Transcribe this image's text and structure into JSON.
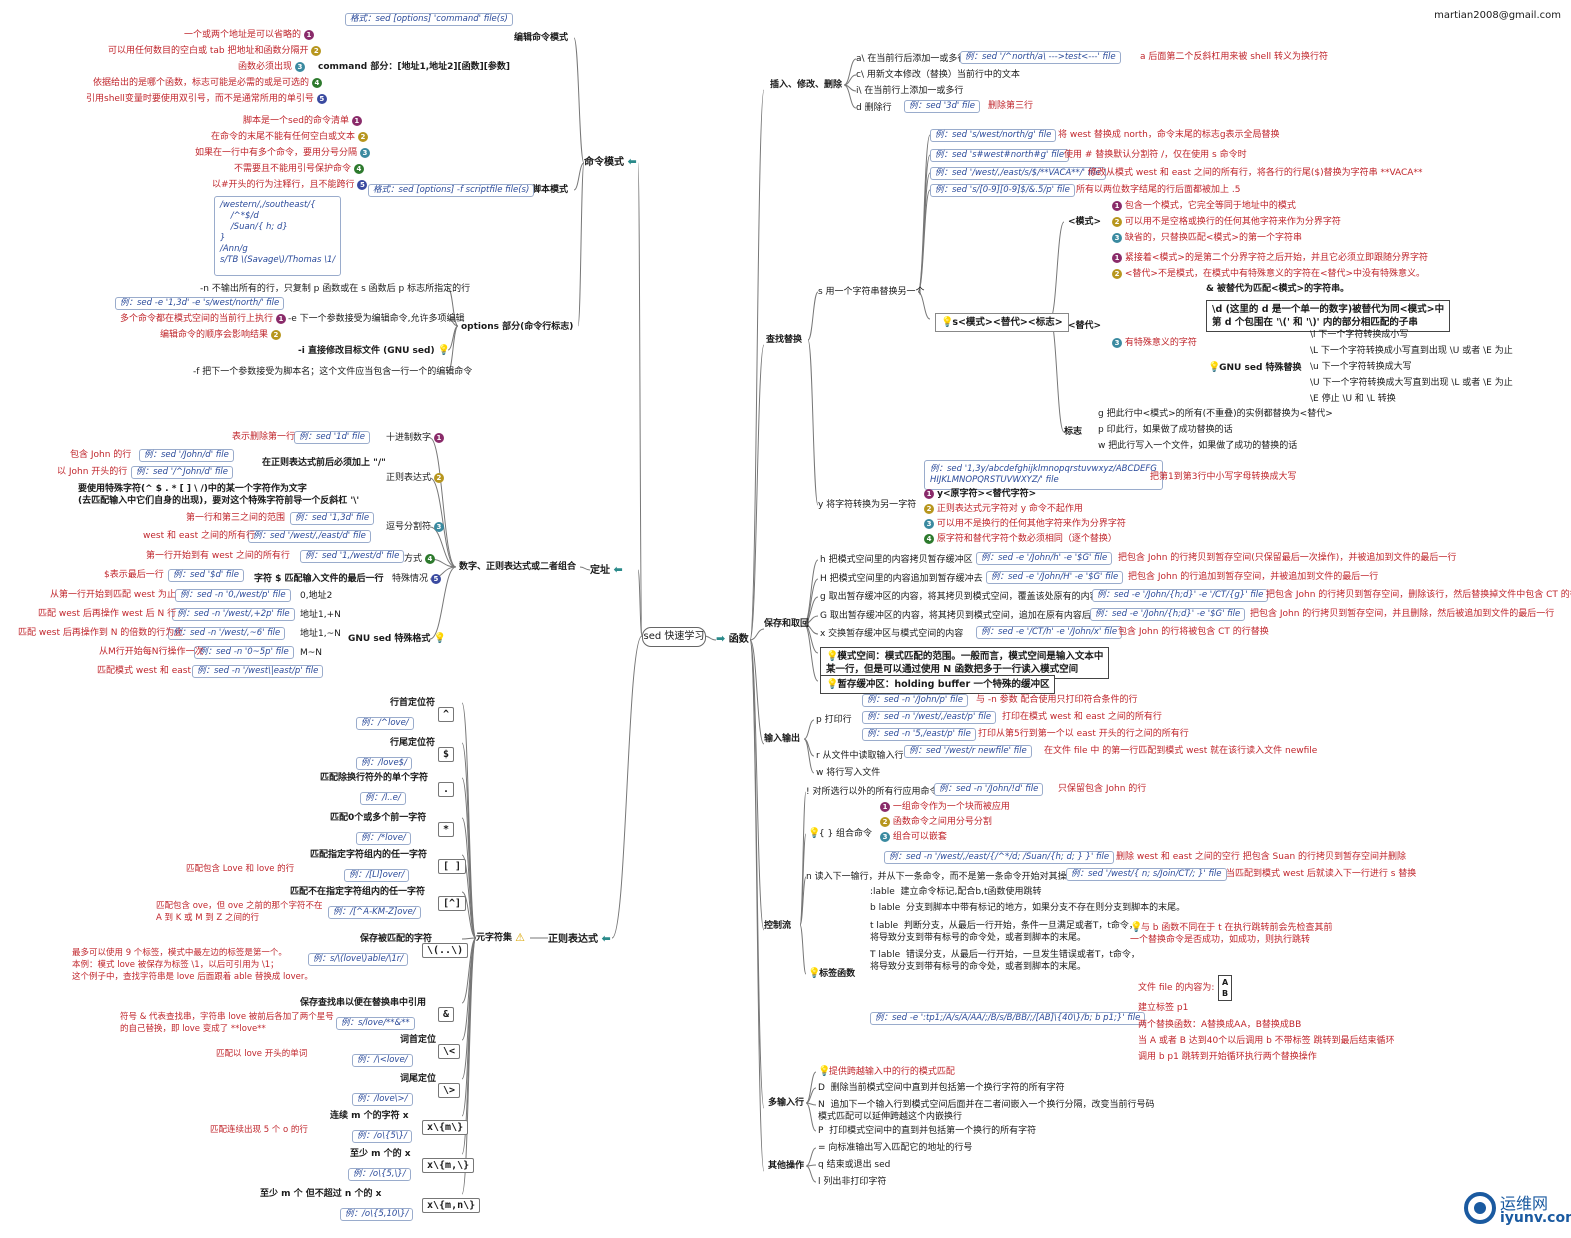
{
  "email": "martian2008@gmail.com",
  "center": "sed 快速学习",
  "left": {
    "cmd_mode": "命令模式",
    "edit_cmd_mode": "编辑命令模式",
    "fmt1": "格式：sed [options] 'command' file(s)",
    "command_part": "command 部分：[地址1,地址2][函数][参数]",
    "cp_notes": [
      "一个或两个地址是可以省略的",
      "可以用任何数目的空白或 tab 把地址和函数分隔开",
      "函数必须出现",
      "依据给出的是哪个函数，标志可能是必需的或是可选的",
      "引用shell变量时要使用双引号，而不是通常所用的单引号"
    ],
    "script_mode": "脚本模式",
    "script_notes": [
      "脚本是一个sed的命令清单",
      "在命令的末尾不能有任何空白或文本",
      "如果在一行中有多个命令，要用分号分隔",
      "不需要且不能用引号保护命令",
      "以#开头的行为注释行，且不能跨行"
    ],
    "fmt2": "格式：sed [options] -f scriptfile file(s)",
    "script_box": "/western/,/southeast/{\n    /^*$/d\n    /Suan/{ h; d}\n}\n/Ann/g\ns/TB \\(Savage\\)/Thomas \\1/",
    "options_part": "options 部分(命令行标志)",
    "opt_n": "-n  不输出所有的行，只复制 p 函数或在 s 函数后 p 标志所指定的行",
    "opt_e_ex": "例：sed -e '1,3d' -e 's/west/north/' file",
    "opt_e": "-e  下一个参数接受为编辑命令,允许多项编辑",
    "opt_e_n1": "多个命令都在模式空间的当前行上执行",
    "opt_e_n2": "编辑命令的顺序会影响结果",
    "opt_i": "-i  直接修改目标文件 (GNU sed)",
    "opt_f": "-f  把下一个参数接受为脚本名；这个文件应当包含一行一个的编辑命令",
    "locate": "定址",
    "decimal": "十进制数字",
    "decimal_ex": "例：sed '1d' file",
    "decimal_note": "表示删除第一行",
    "regex_addr": "正则表达式",
    "regex_slash": "在正则表达式前后必须加上 \"/\"",
    "regex_ex1": "例：sed '/John/d' file",
    "regex_ex1_note": "包含 John 的行",
    "regex_ex2": "例：sed '/^John/d' file",
    "regex_ex2_note": "以 John 开头的行",
    "regex_special": "要使用特殊字符(^ $ . * [ ] \\ /)中的某一个字符作为文字\n(去匹配输入中它们自身的出现)，要对这个特殊字符前导一个反斜杠 '\\'",
    "comma": "逗号分割符",
    "comma_ex1": "例：sed '1,3d' file",
    "comma_ex1_note": "第一行和第三之间的范围",
    "comma_ex2": "例：sed '/west/,/east/d' file",
    "comma_ex2_note": "west 和 east 之间的所有行",
    "combo": "组合方式",
    "combo_ex": "例：sed '1,/west/d' file",
    "combo_note": "第一行开始到有 west 之间的所有行",
    "special": "特殊情况",
    "special_dollar": "字符 $ 匹配输入文件的最后一行",
    "special_ex": "例：sed '$d' file",
    "special_note": "$表示最后一行",
    "num_addr": "数字、正则表达式或二者组合",
    "gnu_special": "GNU sed 特殊格式",
    "gnu_rows": [
      {
        "k": "0,地址2",
        "ex": "例：sed -n '0,/west/p' file",
        "n": "从第一行开始到匹配 west 为止"
      },
      {
        "k": "地址1,+N",
        "ex": "例：sed -n '/west/,+2p' file",
        "n": "匹配 west 后再操作 west 后 N 行"
      },
      {
        "k": "地址1,~N",
        "ex": "例：sed -n '/west/,~6' file",
        "n": "匹配 west 后再操作到 N 的倍数的行为止"
      },
      {
        "k": "M~N",
        "ex": "例：sed -n '0~5p' file",
        "n": "从M行开始每N行操作一次"
      },
      {
        "k": "\\|",
        "ex": "例：sed -n '/west\\|east/p' file",
        "n": "匹配模式 west 和 east"
      }
    ],
    "regex_main": "正则表达式",
    "charset": "元字符集",
    "meta": [
      {
        "sym": "^",
        "desc": "行首定位符",
        "ex": "例：/^love/",
        "n": ""
      },
      {
        "sym": "$",
        "desc": "行尾定位符",
        "ex": "例：/love$/",
        "n": ""
      },
      {
        "sym": ".",
        "desc": "匹配除换行符外的单个字符",
        "ex": "例：/l..e/",
        "n": ""
      },
      {
        "sym": "*",
        "desc": "匹配0个或多个前一字符",
        "ex": "例：/*love/",
        "n": ""
      },
      {
        "sym": "[ ]",
        "desc": "匹配指定字符组内的任一字符",
        "ex": "例：/[Ll]over/",
        "n": "匹配包含 Love 和 love 的行"
      },
      {
        "sym": "[^]",
        "desc": "匹配不在指定字符组内的任一字符",
        "ex": "例：/[^A-KM-Z]ove/",
        "n": "匹配包含 ove，但 ove 之前的那个字符不在\nA 到 K 或 M 到 Z 之间的行"
      },
      {
        "sym": "\\(..\\)",
        "desc": "保存被匹配的字符",
        "ex": "例：s/\\(love\\)able/\\1r/",
        "n": "最多可以使用 9 个标签，模式中最左边的标签是第一个。\n本例：模式 love 被保存为标签 \\1，以后可引用为 \\1；\n这个例子中，查找字符串是 love 后面跟着 able 替换成 lover。"
      },
      {
        "sym": "&",
        "desc": "保存查找串以便在替换串中引用",
        "ex": "例：s/love/**&**",
        "n": "符号 & 代表查找串，字符串 love 被前后各加了两个星号\n的自己替换，即 love 变成了 **love**"
      },
      {
        "sym": "\\<",
        "desc": "词首定位",
        "ex": "例：/\\<love/",
        "n": "匹配以 love 开头的单词"
      },
      {
        "sym": "\\>",
        "desc": "词尾定位",
        "ex": "例：/love\\>/",
        "n": ""
      },
      {
        "sym": "x\\{m\\}",
        "desc": "连续 m 个的字符 x",
        "ex": "例：/o\\{5\\}/",
        "n": "匹配连续出现 5 个 o 的行"
      },
      {
        "sym": "x\\{m,\\}",
        "desc": "至少 m 个的 x",
        "ex": "例：/o\\{5,\\}/",
        "n": ""
      },
      {
        "sym": "x\\{m,n\\}",
        "desc": "至少 m 个 但不超过 n 个的 x",
        "ex": "例：/o\\{5,10\\}/",
        "n": ""
      }
    ]
  },
  "right": {
    "func": "函数",
    "insert": "插入、修改、删除",
    "ins_rows": [
      {
        "k": "a\\  在当前行后添加一或多行",
        "ex": "例：sed '/^north/a\\  --->test<---' file",
        "n": "a 后面第二个反斜杠用来被 shell 转义为换行符"
      },
      {
        "k": "c\\  用新文本修改（替换）当前行中的文本",
        "ex": "",
        "n": ""
      },
      {
        "k": "i\\  在当前行上添加一或多行",
        "ex": "",
        "n": ""
      },
      {
        "k": "d  删除行",
        "ex": "例：sed '3d' file",
        "n": "删除第三行"
      }
    ],
    "find_replace": "查找替换",
    "s_cmd": "s  用一个字符串替换另一个",
    "s_ex": [
      {
        "ex": "例：sed 's/west/north/g' file",
        "n": "将 west 替换成 north，命令末尾的标志g表示全局替换"
      },
      {
        "ex": "例：sed 's#west#north#g' file",
        "n": "使用 # 替换默认分割符 /，仅在使用 s 命令时"
      },
      {
        "ex": "例：sed '/west/,/east/s/$/**VACA**/' file",
        "n": "修改从模式 west 和 east 之间的所有行，将各行的行尾($)替换为字符串 **VACA**"
      },
      {
        "ex": "例：sed 's/[0-9][0-9]$/&.5/p' file",
        "n": "所有以两位数字结尾的行后面都被加上 .5"
      }
    ],
    "s_syntax": "s<模式><替代><标志>",
    "pattern": "<模式>",
    "pattern_notes": [
      "包含一个模式，它完全等同于地址中的模式",
      "可以用不是空格或换行的任何其他字符来作为分界字符",
      "缺省的，只替换匹配<模式>的第一个字符串"
    ],
    "replace": "<替代>",
    "replace_notes": [
      "紧接着<模式>的是第二个分界字符之后开始，并且它必须立即跟随分界字符",
      "<替代>不是模式，在模式中有特殊意义的字符在<替代>中没有特殊意义。"
    ],
    "replace_special": "有特殊意义的字符",
    "amp_box": "& 被替代为匹配<模式>的字符串。",
    "d_box": "\\d (这里的 d 是一个单一的数字)被替代为同<模式>中\n第 d 个包围在 '\\(' 和 '\\)' 内的部分相匹配的子串",
    "gnu_sed_special": "GNU sed 特殊替换",
    "gnu_sub": [
      "\\l  下一个字符转换成小写",
      "\\L  下一个字符转换成小写直到出现 \\U 或者 \\E 为止",
      "\\u  下一个字符转换成大写",
      "\\U  下一个字符转换成大写直到出现 \\L 或者 \\E 为止",
      "\\E  停止 \\U 和 \\L 转换"
    ],
    "flag": "标志",
    "flags": [
      "g  把此行中<模式>的所有(不重叠)的实例都替换为<替代>",
      "p  印此行，如果做了成功替换的话",
      "w  把此行写入一个文件，如果做了成功的替换的话"
    ],
    "y_cmd": "y  将字符转换为另一字符",
    "y_ex": "例：sed '1,3y/abcdefghijklmnopqrstuvwxyz/ABCDEFG\nHIJKLMNOPQRSTUVWXYZ/' file",
    "y_ex_note": "把第1到第3行中小写字母转换成大写",
    "y_notes": [
      "y<原字符><替代字符>",
      "正则表达式元字符对 y 命令不起作用",
      "可以用不是换行的任何其他字符来作为分界字符",
      "原字符和替代字符个数必须相同（逐个替换）"
    ],
    "save_get": "保存和取回",
    "hold_rows": [
      {
        "k": "h  把模式空间里的内容拷贝暂存缓冲区",
        "ex": "例：sed -e '/John/h' -e '$G' file",
        "n": "把包含 John 的行拷贝到暂存空间(只保留最后一次操作)，并被追加到文件的最后一行"
      },
      {
        "k": "H  把模式空间里的内容追加到暂存缓冲去",
        "ex": "例：sed -e '/John/H' -e '$G' file",
        "n": "把包含 John 的行追加到暂存空间，并被追加到文件的最后一行"
      },
      {
        "k": "g  取出暂存缓冲区的内容，将其拷贝到模式空间，覆盖该处原有的内容",
        "ex": "例：sed -e '/John/{h;d}' -e '/CT/{g}' file",
        "n": "把包含 John 的行拷贝到暂存空间，删除该行，然后替换掉文件中包含 CT 的行"
      },
      {
        "k": "G  取出暂存缓冲区的内容，将其拷贝到模式空间，追加在原有内容后面",
        "ex": "例：sed -e '/John/{h;d}' -e '$G' file",
        "n": "把包含 John 的行拷贝到暂存空间，并且删除，然后被追加到文件的最后一行"
      },
      {
        "k": "x  交换暂存缓冲区与模式空间的内容",
        "ex": "例：sed -e '/CT/h' -e '/John/x' file",
        "n": "包含 John 的行将被包含 CT 的行替换"
      }
    ],
    "pattern_space": "模式空间：模式匹配的范围。一般而言，模式空间是输入文本中\n某一行，但是可以通过使用 N 函数把多于一行读入模式空间",
    "hold_buffer": "暂存缓冲区：holding buffer 一个特殊的缓冲区",
    "io": "输入输出",
    "p_cmd": "p  打印行",
    "p_rows": [
      {
        "ex": "例：sed -n '/John/p' file",
        "n": "与 -n 参数 配合使用只打印符合条件的行"
      },
      {
        "ex": "例：sed -n '/west/,/east/p' file",
        "n": "打印在模式 west 和 east 之间的所有行"
      },
      {
        "ex": "例：sed -n '5,/east/p' file",
        "n": "打印从第5行到第一个以 east 开头的行之间的所有行"
      }
    ],
    "r_cmd": "r  从文件中读取输入行",
    "r_ex": "例：sed '/west/r newfile' file",
    "r_note": "在文件 file 中 的第一行匹配到模式 west 就在该行读入文件 newfile",
    "w_cmd": "w  将行写入文件",
    "flow": "控制流",
    "not_cmd": "!  对所选行以外的所有行应用命令",
    "not_ex": "例：sed -n '/John/!d' file",
    "not_note": "只保留包含 John 的行",
    "group": "{ } 组合命令",
    "group_notes": [
      "一组命令作为一个块而被应用",
      "函数命令之间用分号分割",
      "组合可以嵌套"
    ],
    "group_ex": "例：sed -n '/west/,/east/{/^*/d; /Suan/{h; d; } }' file",
    "group_note": "删除 west 和 east 之间的空行 把包含 Suan 的行拷贝到暂存空间并删除",
    "n_cmd": "n  读入下一输行，并从下一条命令，而不是第一条命令开始对其操作",
    "n_ex": "例：sed '/west/{ n; s/Join/CT/; }' file",
    "n_note": "当匹配到模式 west 后就读入下一行进行 s 替换",
    "label": "标签函数",
    "label_rows": [
      ":lable  建立命令标记,配合b,t函数使用跳转",
      "b lable  分支到脚本中带有标记的地方，如果分支不存在则分支到脚本的末尾。",
      "t lable  判断分支，从最后一行开始，条件一旦满足或者T，t命令，\n将导致分支到带有标号的命令处，或者到脚本的末尾。",
      "T lable  错误分支，从最后一行开始，一旦发生错误或者T，t命令，\n将导致分支到带有标号的命令处，或者到脚本的末尾。"
    ],
    "label_note": "与 b 函数不同在于 t 在执行跳转前会先检查其前\n一个替换命令是否成功，如成功，则执行跳转",
    "label_ex": "例：sed -e ':tp1;/A/s/A/AA/;/B/s/B/BB/;/[AB]\\{40\\}/b; b p1;}' file",
    "label_ex_notes": [
      "文件 file 的内容为:",
      "建立标签 p1",
      "两个替换函数：A替换成AA，B替换成BB",
      "当 A 或者 B 达到40个以后调用 b 不带标签 跳转到最后结束循环",
      "调用 b p1 跳转到开始循环执行两个替换操作"
    ],
    "file_ab": [
      "A",
      "B"
    ],
    "multi": "多输入行",
    "multi_tip": "提供跨越输入中的行的模式匹配",
    "multi_rows": [
      "D  删除当前模式空间中直到并包括第一个换行字符的所有字符",
      "N  追加下一个输入行到模式空间后面并在二者间嵌入一个换行分隔，改变当前行号码\n模式匹配可以延伸跨越这个内嵌换行",
      "P  打印模式空间中的直到并包括第一个换行的所有字符"
    ],
    "other": "其他操作",
    "other_rows": [
      "=  向标准输出写入匹配它的地址的行号",
      "q  结束或退出 sed",
      "l  列出非打印字符"
    ]
  },
  "watermark": {
    "cn": "运维网",
    "en": "iyunv.com"
  },
  "colors": {
    "note": "#c0262c",
    "example": "#2a4a9a",
    "line": "#777777"
  }
}
